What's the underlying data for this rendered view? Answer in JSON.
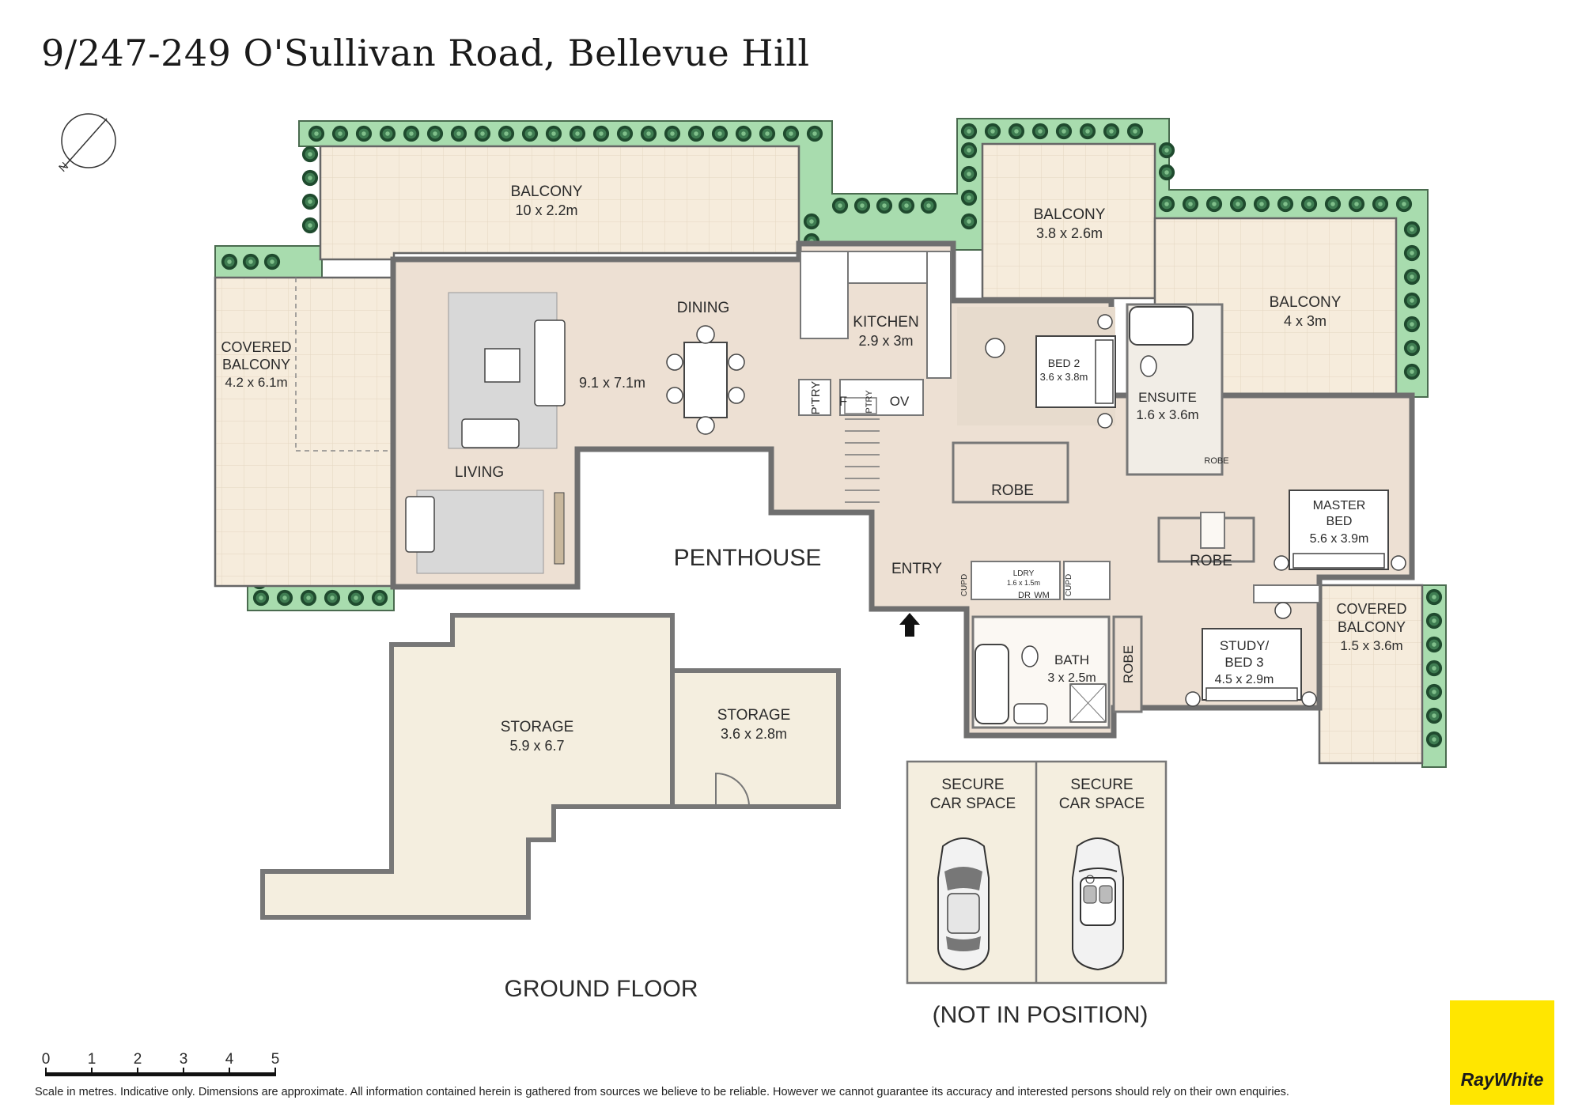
{
  "title": "9/247-249 O'Sullivan Road, Bellevue Hill",
  "rooms": {
    "balcony_main": {
      "name": "BALCONY",
      "dims": "10 x 2.2m"
    },
    "covered_balcony_w": {
      "name1": "COVERED",
      "name2": "BALCONY",
      "dims": "4.2 x 6.1m"
    },
    "dining": "DINING",
    "living_dims": "9.1 x 7.1m",
    "living": "LIVING",
    "kitchen": {
      "name": "KITCHEN",
      "dims": "2.9 x 3m"
    },
    "ptry": "P'TRY",
    "f": "F",
    "ptry2": "PTRY",
    "ov": "OV",
    "balcony_ne": {
      "name": "BALCONY",
      "dims": "3.8 x 2.6m"
    },
    "balcony_e": {
      "name": "BALCONY",
      "dims": "4 x 3m"
    },
    "bed2": {
      "name": "BED 2",
      "dims": "3.6 x 3.8m"
    },
    "ensuite": {
      "name": "ENSUITE",
      "dims": "1.6 x 3.6m"
    },
    "robe_small": "ROBE",
    "robe1": "ROBE",
    "robe2": "ROBE",
    "robe3": "ROBE",
    "master": {
      "name1": "MASTER",
      "name2": "BED",
      "dims": "5.6 x 3.9m"
    },
    "penthouse": "PENTHOUSE",
    "entry": "ENTRY",
    "cupd1": "CUPD",
    "cupd2": "CUPD",
    "ldry": {
      "name": "LDRY",
      "dims": "1.6 x 1.5m",
      "dr": "DR",
      "wm": "WM"
    },
    "bath": {
      "name": "BATH",
      "dims": "3 x 2.5m"
    },
    "study": {
      "name1": "STUDY/",
      "name2": "BED 3",
      "dims": "4.5 x 2.9m"
    },
    "covered_balcony_e": {
      "name1": "COVERED",
      "name2": "BALCONY",
      "dims": "1.5 x 3.6m"
    },
    "storage1": {
      "name": "STORAGE",
      "dims": "5.9 x 6.7"
    },
    "storage2": {
      "name": "STORAGE",
      "dims": "3.6 x 2.8m"
    },
    "car1": {
      "line1": "SECURE",
      "line2": "CAR SPACE"
    },
    "car2": {
      "line1": "SECURE",
      "line2": "CAR SPACE"
    }
  },
  "labels": {
    "ground_floor": "GROUND FLOOR",
    "not_in_position": "(NOT IN POSITION)",
    "compass_n": "N"
  },
  "scale": {
    "ticks": [
      "0",
      "1",
      "2",
      "3",
      "4",
      "5"
    ]
  },
  "disclaimer": "Scale in metres. Indicative only. Dimensions are approximate. All information contained herein is gathered from sources we believe to be reliable. However we cannot guarantee its accuracy and interested persons should rely on their own enquiries.",
  "brand": {
    "name": "RayWhite",
    "color": "#ffe600"
  },
  "colors": {
    "interior": "#ede0d3",
    "balcony": "#f6ecdc",
    "storage": "#f4eedf",
    "garden": "#a8dcae",
    "rug": "#d8d8d8",
    "wall": "#7a7a7a"
  },
  "icons": [
    "compass-icon",
    "entry-arrow-icon",
    "shrub-icon",
    "car-icon",
    "convertible-car-icon",
    "bed-icon",
    "bathtub-icon",
    "toilet-icon",
    "sofa-icon",
    "dining-table-icon"
  ]
}
